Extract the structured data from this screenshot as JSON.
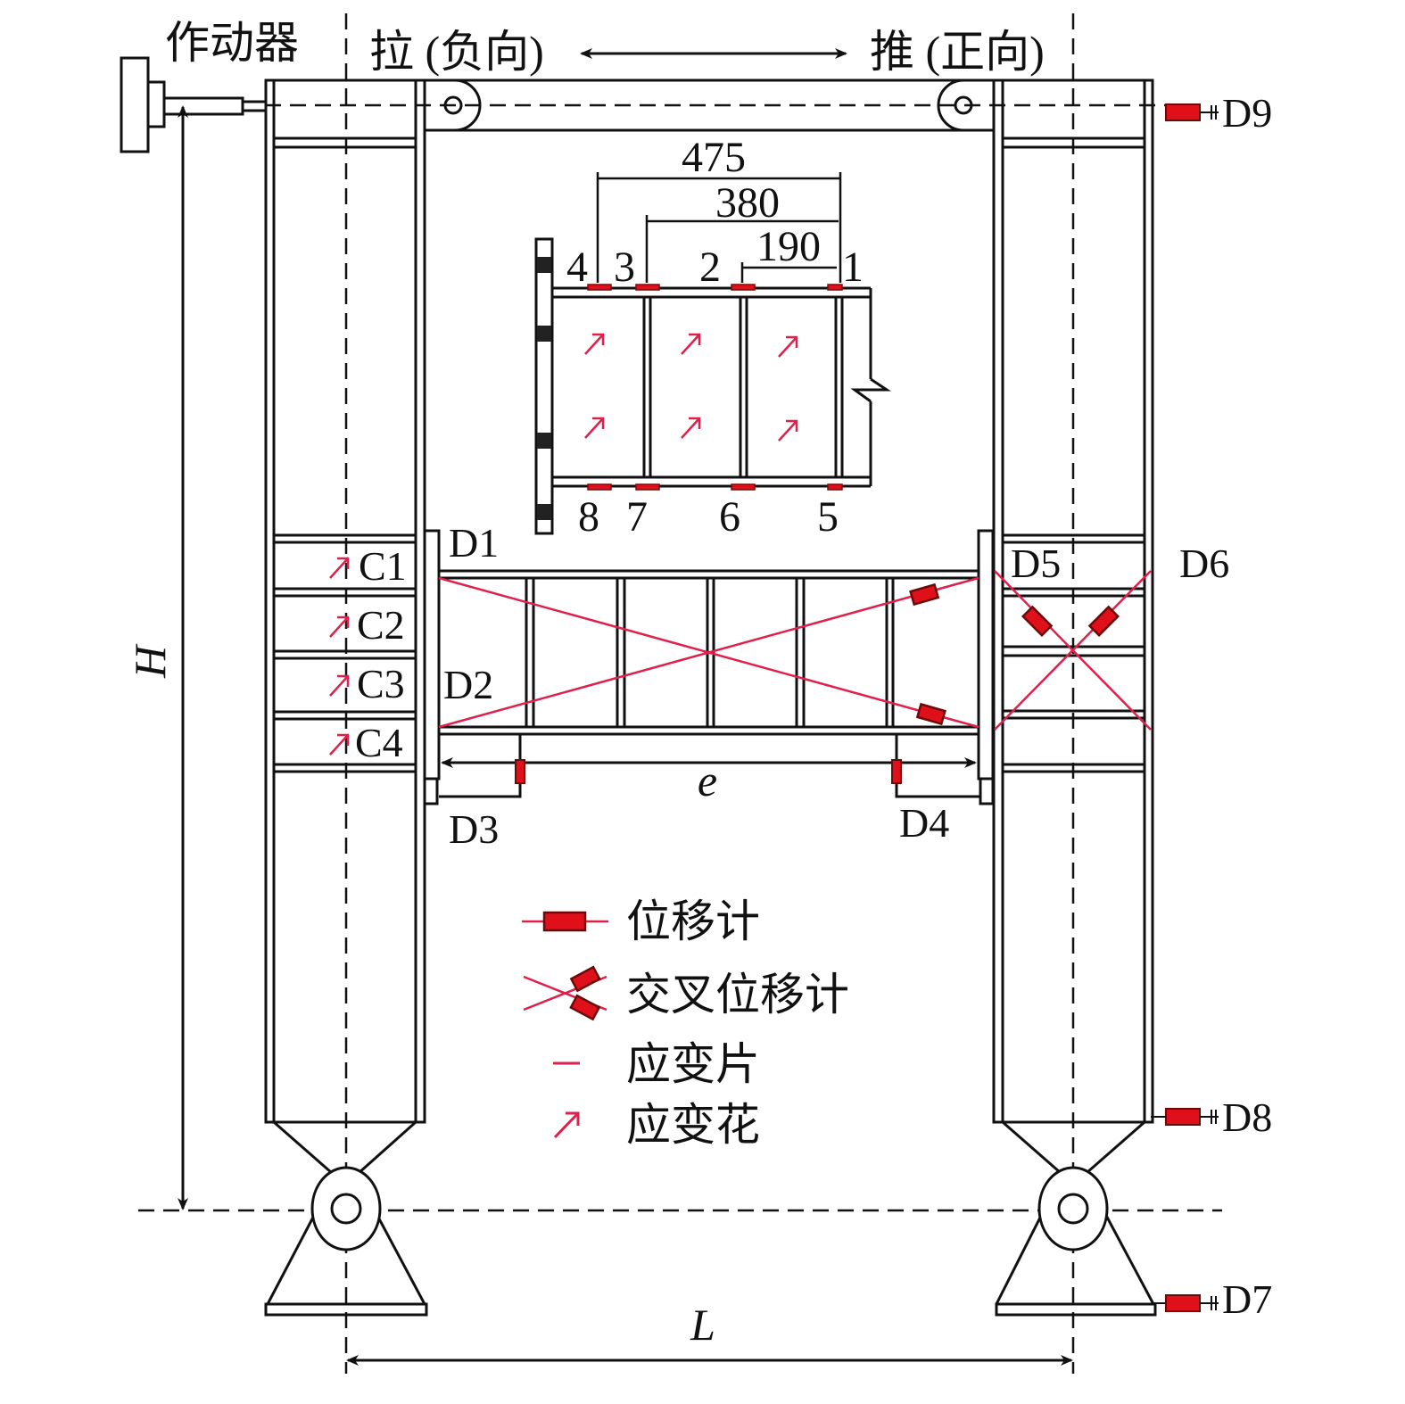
{
  "actuator": {
    "label": "作动器"
  },
  "directions": {
    "pull": "拉 (负向)",
    "push": "推 (正向)"
  },
  "dimensions": {
    "d475": "475",
    "d380": "380",
    "d190": "190",
    "H": "H",
    "L": "L",
    "e": "e"
  },
  "gauges_top": [
    "4",
    "3",
    "2",
    "1"
  ],
  "gauges_bottom": [
    "8",
    "7",
    "6",
    "5"
  ],
  "rosettes_column": [
    "C1",
    "C2",
    "C3",
    "C4"
  ],
  "displacement_meters": [
    "D1",
    "D2",
    "D3",
    "D4",
    "D5",
    "D6",
    "D7",
    "D8",
    "D9"
  ],
  "legend": {
    "displacement_meter": "位移计",
    "cross_displacement_meter": "交叉位移计",
    "strain_gauge": "应变片",
    "strain_rosette": "应变花"
  },
  "colors": {
    "line": "#1a1a1a",
    "sensor_fill": "#e0101a",
    "sensor_stroke": "#7a0a0a",
    "cross_line": "#e0204a",
    "rosette": "#e0204a"
  }
}
